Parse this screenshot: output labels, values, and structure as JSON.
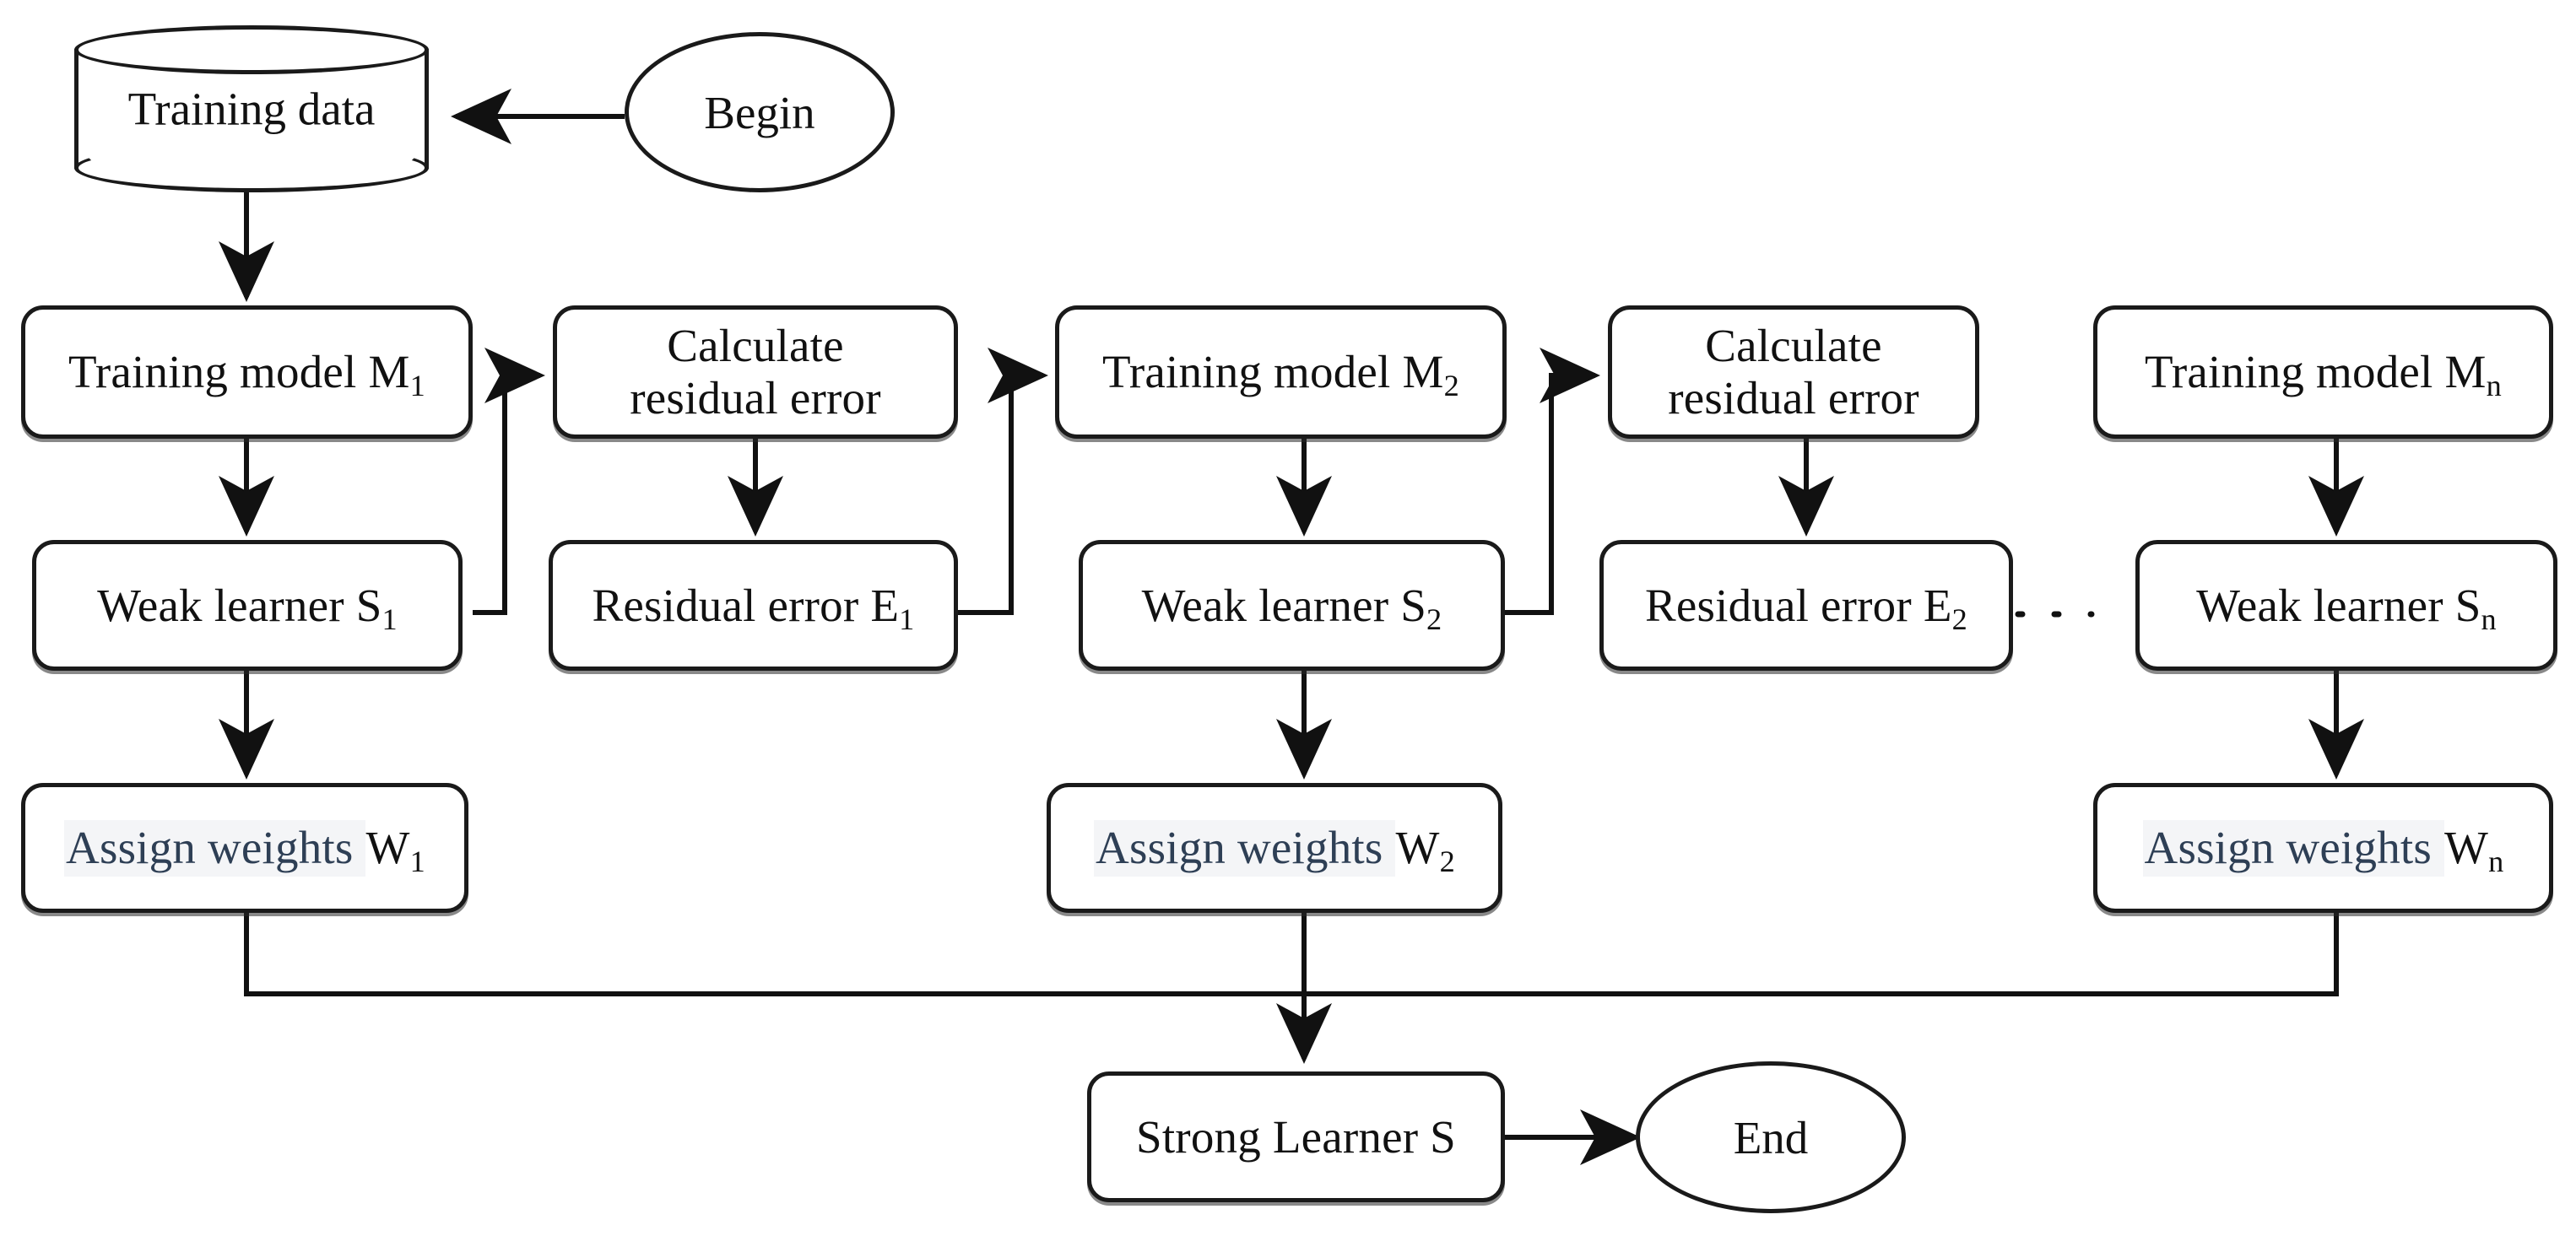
{
  "diagram": {
    "title": "Gradient boosting ensemble training flowchart",
    "colors": {
      "stroke": "#1a1a1a",
      "background": "#ffffff",
      "text": "#111111",
      "highlight_text": "#2e3f55",
      "highlight_bg": "#f4f5f7"
    }
  },
  "nodes": {
    "begin": {
      "label": "Begin",
      "shape": "ellipse"
    },
    "training_data": {
      "label": "Training data",
      "shape": "cylinder"
    },
    "training_model_1": {
      "label": "Training model M",
      "sub": "1",
      "shape": "process"
    },
    "calculate_residual_1": {
      "line1": "Calculate",
      "line2": "residual error",
      "shape": "process"
    },
    "training_model_2": {
      "label": "Training model M",
      "sub": "2",
      "shape": "process"
    },
    "calculate_residual_2": {
      "line1": "Calculate",
      "line2": "residual error",
      "shape": "process"
    },
    "training_model_n": {
      "label": "Training model M",
      "sub": "n",
      "shape": "process"
    },
    "weak_learner_1": {
      "label": "Weak learner S",
      "sub": "1",
      "shape": "process"
    },
    "residual_error_1": {
      "label": "Residual error E",
      "sub": "1",
      "shape": "process"
    },
    "weak_learner_2": {
      "label": "Weak learner S",
      "sub": "2",
      "shape": "process"
    },
    "residual_error_2": {
      "label": "Residual error E",
      "sub": "2",
      "shape": "process"
    },
    "weak_learner_n": {
      "label": "Weak learner S",
      "sub": "n",
      "shape": "process"
    },
    "assign_weights_1": {
      "label": "Assign weights ",
      "sub_base": "W",
      "sub": "1",
      "shape": "process"
    },
    "assign_weights_2": {
      "label": "Assign weights ",
      "sub_base": "W",
      "sub": "2",
      "shape": "process"
    },
    "assign_weights_n": {
      "label": "Assign weights ",
      "sub_base": "W",
      "sub": "n",
      "shape": "process"
    },
    "strong_learner": {
      "label": "Strong Learner S",
      "shape": "process"
    },
    "end": {
      "label": "End",
      "shape": "ellipse"
    }
  },
  "edges": [
    {
      "from": "begin",
      "to": "training_data",
      "style": "solid-arrow"
    },
    {
      "from": "training_data",
      "to": "training_model_1",
      "style": "solid-arrow"
    },
    {
      "from": "training_model_1",
      "to": "weak_learner_1",
      "style": "solid-arrow"
    },
    {
      "from": "weak_learner_1",
      "to": "calculate_residual_1",
      "style": "elbow-arrow"
    },
    {
      "from": "calculate_residual_1",
      "to": "residual_error_1",
      "style": "solid-arrow"
    },
    {
      "from": "residual_error_1",
      "to": "training_model_2",
      "style": "elbow-arrow"
    },
    {
      "from": "training_model_2",
      "to": "weak_learner_2",
      "style": "solid-arrow"
    },
    {
      "from": "weak_learner_2",
      "to": "calculate_residual_2",
      "style": "elbow-arrow"
    },
    {
      "from": "calculate_residual_2",
      "to": "residual_error_2",
      "style": "solid-arrow"
    },
    {
      "from": "residual_error_2",
      "to": "weak_learner_n",
      "style": "dotted"
    },
    {
      "from": "training_model_n",
      "to": "weak_learner_n",
      "style": "solid-arrow"
    },
    {
      "from": "weak_learner_1",
      "to": "assign_weights_1",
      "style": "solid-arrow"
    },
    {
      "from": "weak_learner_2",
      "to": "assign_weights_2",
      "style": "solid-arrow"
    },
    {
      "from": "weak_learner_n",
      "to": "assign_weights_n",
      "style": "solid-arrow"
    },
    {
      "from": "assign_weights_1",
      "to": "strong_learner",
      "style": "merge"
    },
    {
      "from": "assign_weights_2",
      "to": "strong_learner",
      "style": "merge-arrow"
    },
    {
      "from": "assign_weights_n",
      "to": "strong_learner",
      "style": "merge"
    },
    {
      "from": "strong_learner",
      "to": "end",
      "style": "solid-arrow"
    }
  ]
}
